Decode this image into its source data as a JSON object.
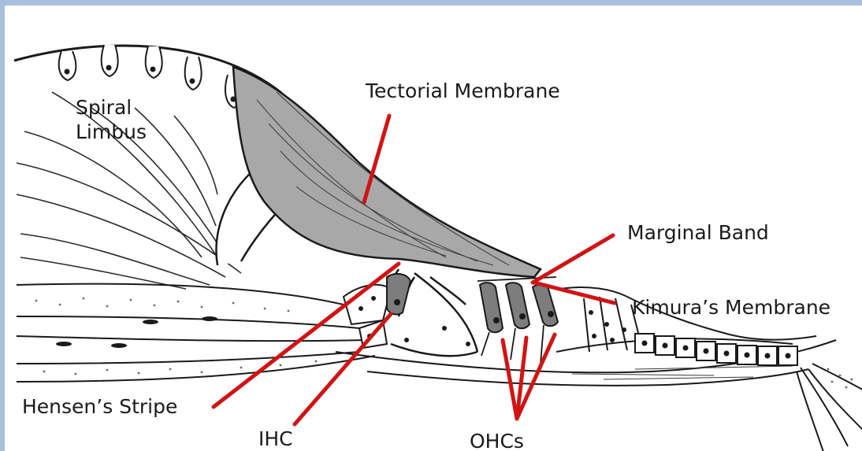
{
  "labels": {
    "spiral_limbus": "Spiral Limbus",
    "tectorial_membrane": "Tectorial Membrane",
    "marginal_band": "Marginal Band",
    "kimuras_membrane": "Kimura’s Membrane",
    "hensens_stripe": "Hensen’s Stripe",
    "ihc": "IHC",
    "ohcs": "OHCs"
  },
  "colors": {
    "pointer": "#d01414",
    "ink": "#1a1a1a",
    "tectorial_fill": "#a8a8a8",
    "hair_cell_fill": "#7d7d7d",
    "frame": "#a9c0dc"
  }
}
